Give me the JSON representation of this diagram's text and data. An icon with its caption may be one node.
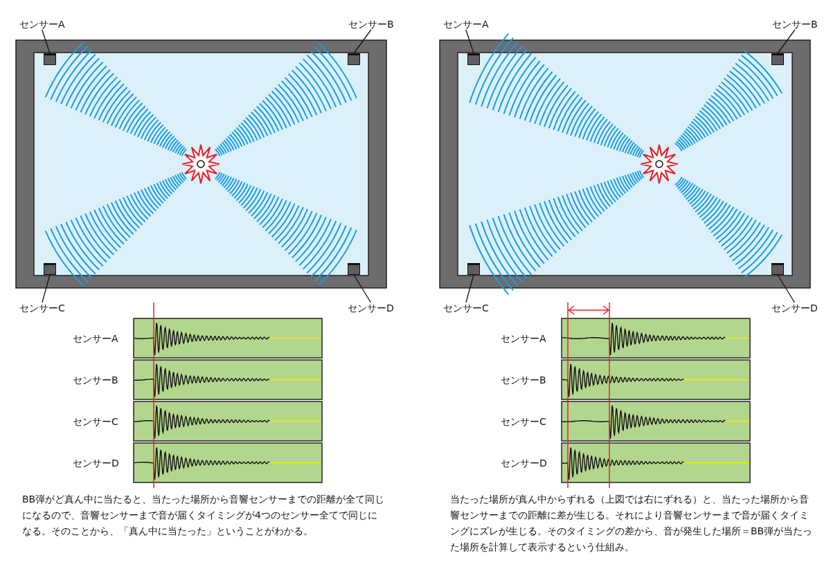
{
  "diagram": {
    "nodes": [
      {
        "text": [
          "センサーA"
        ]
      },
      {
        "text": [],
        "shape": "box"
      },
      {
        "text": [
          "センサーB"
        ]
      },
      {
        "text": [],
        "shape": "box"
      },
      {
        "text": [],
        "shape": "box"
      },
      {
        "text": [
          "センサーC"
        ]
      },
      {
        "text": [],
        "shape": "box"
      },
      {
        "text": [
          "センサーD"
        ]
      },
      {
        "text": [
          "センサーA"
        ]
      },
      {
        "text": [],
        "shape": "box"
      },
      {
        "text": [
          "センサーB"
        ]
      },
      {
        "text": [],
        "shape": "box"
      },
      {
        "text": [],
        "shape": "box"
      },
      {
        "text": [
          "センサーC"
        ]
      },
      {
        "text": [],
        "shape": "box"
      },
      {
        "text": [
          "センサーD"
        ]
      }
    ],
    "edges": [
      {
        "from": 0,
        "to": 1,
        "arrow": "none"
      },
      {
        "from": 2,
        "to": 3,
        "arrow": "none"
      },
      {
        "from": 5,
        "to": 4,
        "arrow": "none"
      },
      {
        "from": 7,
        "to": 6,
        "arrow": "none"
      },
      {
        "from": 8,
        "to": 9,
        "arrow": "none"
      },
      {
        "from": 10,
        "to": 11,
        "arrow": "none"
      },
      {
        "from": 13,
        "to": 12,
        "arrow": "none"
      },
      {
        "from": 15,
        "to": 14,
        "arrow": "none"
      }
    ],
    "labels": [
      "センサーA",
      "センサーB",
      "センサーC",
      "センサーD",
      "センサーA",
      "センサーB",
      "センサーC",
      "センサーD",
      "BB弾がど真ん中に当たると、当たった場所から音響センサーまでの距離が全て同じになるので、音響センサーまで音が届くタイミングが4つのセンサー全てで同じになる。そのことから、「真ん中に当たった」ということがわかる。",
      "当たった場所が真ん中からずれる（上図では右にずれる）と、当たった場所から音響センサーまでの距離に差が生じる。それにより音響センサーまで音が届くタイミングにズレが生じる。そのタイミングの差から、音が発生した場所＝BB弾が当たった場所を計算して表示するという仕組み。"
    ]
  }
}
